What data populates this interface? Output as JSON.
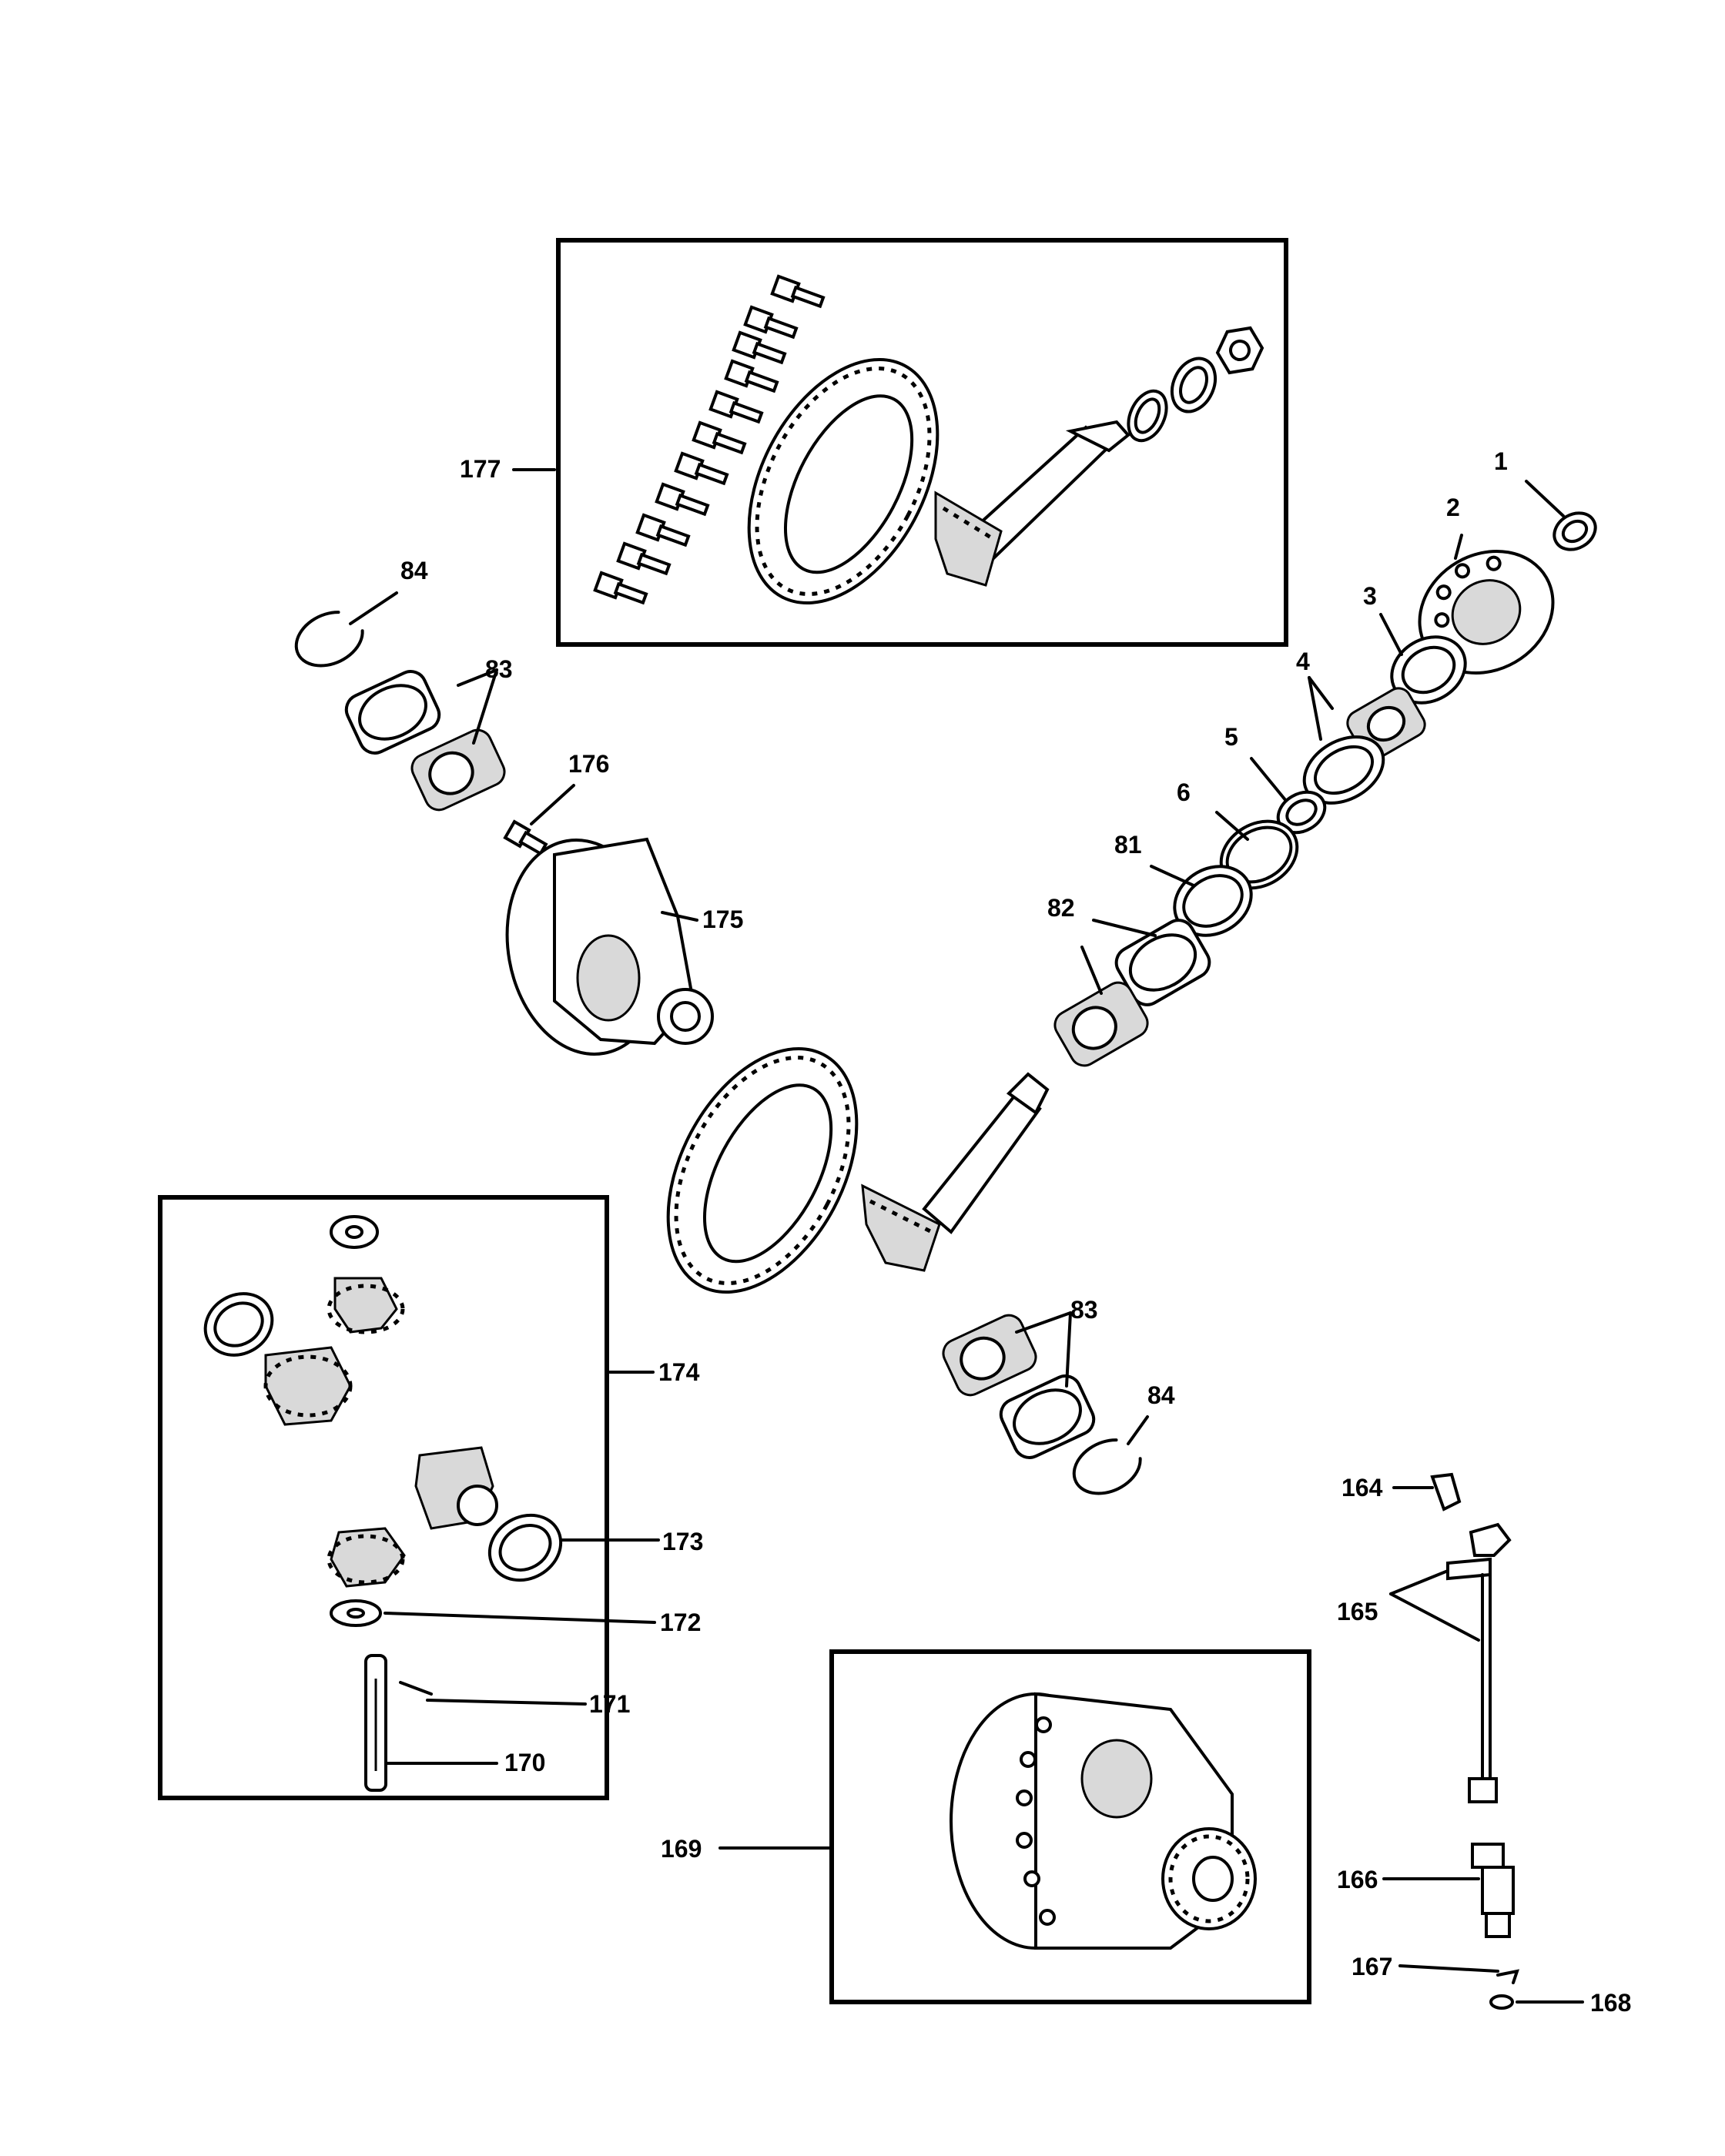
{
  "callouts": {
    "c1": "1",
    "c2": "2",
    "c3": "3",
    "c4": "4",
    "c5": "5",
    "c6": "6",
    "c81": "81",
    "c82": "82",
    "c83a": "83",
    "c83b": "83",
    "c84a": "84",
    "c84b": "84",
    "c164": "164",
    "c165": "165",
    "c166": "166",
    "c167": "167",
    "c168": "168",
    "c169": "169",
    "c170": "170",
    "c171": "171",
    "c172": "172",
    "c173": "173",
    "c174": "174",
    "c175": "175",
    "c176": "176",
    "c177": "177"
  }
}
